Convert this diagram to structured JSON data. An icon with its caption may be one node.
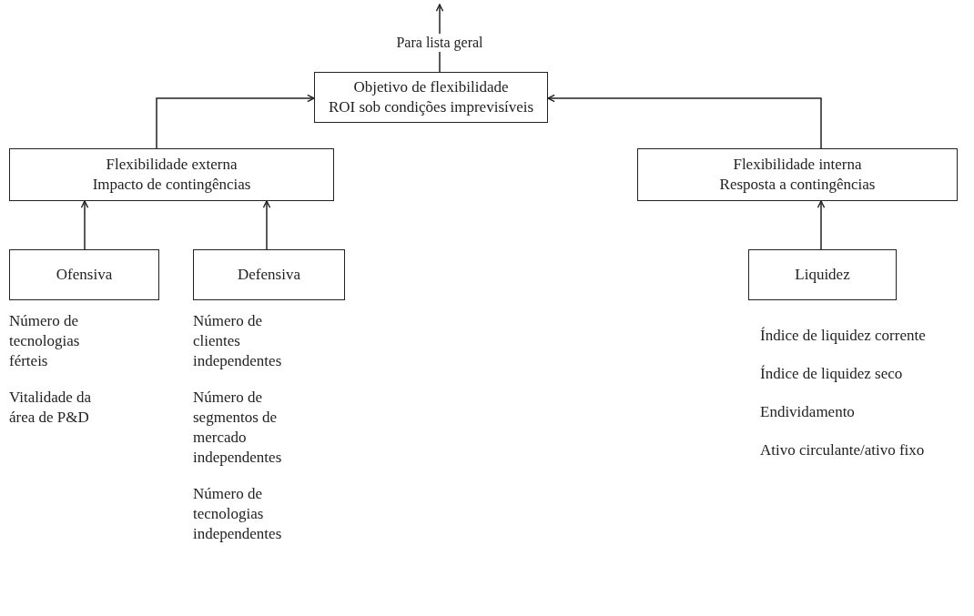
{
  "diagram": {
    "nodes": [
      {
        "text": [
          "Objetivo de flexibilidade",
          "ROI sob condições imprevisíveis"
        ]
      },
      {
        "text": [
          "Flexibilidade externa",
          "Impacto de contingências"
        ]
      },
      {
        "text": [
          "Flexibilidade interna",
          "Resposta a contingências"
        ]
      },
      {
        "text": [
          "Ofensiva"
        ],
        "beside": [
          "Número de tecnologias férteis",
          "Vitalidade da área de P&D"
        ]
      },
      {
        "text": [
          "Defensiva"
        ],
        "beside": [
          "Número de clientes independentes",
          "Número de segmentos de mercado independentes",
          "Número de tecnologias independentes"
        ]
      },
      {
        "text": [
          "Liquidez"
        ],
        "beside": [
          "Índice de liquidez corrente",
          "Índice de liquidez seco",
          "Endividamento",
          "Ativo circulante/ativo fixo"
        ]
      }
    ],
    "edges": [
      {
        "from": 0,
        "to": null,
        "arrow": "to",
        "label": "Para lista geral"
      },
      {
        "from": 1,
        "to": 0,
        "arrow": "to"
      },
      {
        "from": 2,
        "to": 0,
        "arrow": "to"
      },
      {
        "from": 3,
        "to": 1,
        "arrow": "to"
      },
      {
        "from": 4,
        "to": 1,
        "arrow": "to"
      },
      {
        "from": 5,
        "to": 2,
        "arrow": "to"
      }
    ]
  }
}
